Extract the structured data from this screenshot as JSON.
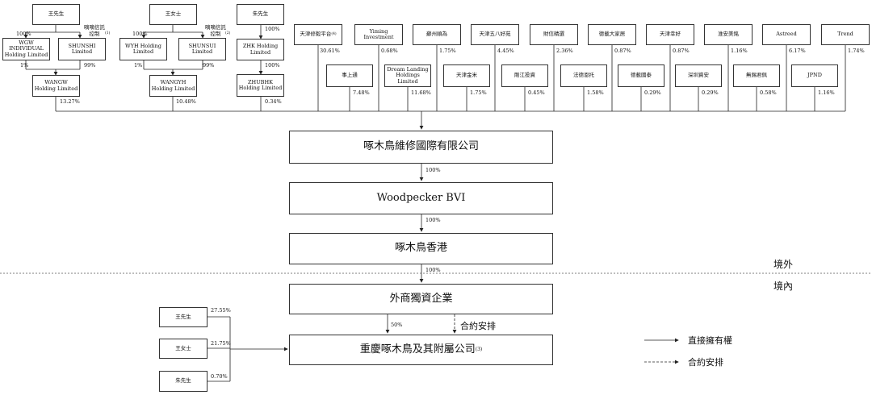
{
  "top_owners": {
    "wang_mr": "王先生",
    "wang_ms": "王女士",
    "zhu_mr": "朱先生"
  },
  "wang_branch": {
    "wgw": "WGW INDIVIDUAL Holding Limited",
    "shunshi": "SHUNSHI Limited",
    "wangw": "WANGW Holding Limited",
    "trust_note": "嘀嘀信託\n控制",
    "trust_sup": "(1)",
    "pct_to_wgw": "100%",
    "pct_wgw_wangw": "1%",
    "pct_shunshi_wangw": "99%",
    "pct_wangw": "13.27%"
  },
  "wangms_branch": {
    "wyh": "WYH Holding Limited",
    "shunsui": "SHUNSUI Limited",
    "wangyh": "WANGYH Holding Limited",
    "trust_note": "嘀嘀信託\n控制",
    "trust_sup": "(2)",
    "pct_to_wyh": "100%",
    "pct_wyh_wangyh": "1%",
    "pct_shunsui_wangyh": "99%",
    "pct_wangyh": "10.48%"
  },
  "zhu_branch": {
    "zhk": "ZHK Holding Limited",
    "zhubhk": "ZHUBHK Holding Limited",
    "pct_to_zhk": "100%",
    "pct_zhk_zhubhk": "100%",
    "pct_zhubhk": "0.34%"
  },
  "row1_investors": [
    {
      "name": "天津修毅平台",
      "sup": "(4)",
      "pct": "30.61%"
    },
    {
      "name": "Yiming Investment",
      "sup": "",
      "pct": "0.68%"
    },
    {
      "name": "蘇州順為",
      "sup": "",
      "pct": "1.75%"
    },
    {
      "name": "天津五八好苑",
      "sup": "",
      "pct": "4.45%"
    },
    {
      "name": "財信精選",
      "sup": "",
      "pct": "2.36%"
    },
    {
      "name": "德載大家居",
      "sup": "",
      "pct": "0.87%"
    },
    {
      "name": "天津幸好",
      "sup": "",
      "pct": "0.87%"
    },
    {
      "name": "淮安美銘",
      "sup": "",
      "pct": "1.16%"
    },
    {
      "name": "Astreed",
      "sup": "",
      "pct": "6.17%"
    },
    {
      "name": "Trend",
      "sup": "",
      "pct": "1.74%"
    }
  ],
  "row2_investors": [
    {
      "name": "事上通",
      "pct": "7.48%"
    },
    {
      "name": "Dream Landing Holdings Limited",
      "pct": "11.68%"
    },
    {
      "name": "天津金米",
      "pct": "1.75%"
    },
    {
      "name": "剛江投資",
      "pct": "0.45%"
    },
    {
      "name": "法德恩托",
      "pct": "1.58%"
    },
    {
      "name": "德載國泰",
      "pct": "0.29%"
    },
    {
      "name": "深圳資安",
      "pct": "0.29%"
    },
    {
      "name": "無錫君佩",
      "pct": "0.58%"
    },
    {
      "name": "JPND",
      "pct": "1.16%"
    }
  ],
  "chain": {
    "company": "啄木鳥維修國際有限公司",
    "pct_company_bvi": "100%",
    "bvi": "Woodpecker BVI",
    "pct_bvi_hk": "100%",
    "hk": "啄木鳥香港",
    "pct_hk_wfoe": "100%",
    "wfoe": "外商獨資企業",
    "pct_wfoe_cq": "50%",
    "contract_label": "合約安排",
    "chongqing": "重慶啄木鳥及其附屬公司",
    "chongqing_sup": "(3)"
  },
  "regions": {
    "offshore": "境外",
    "onshore": "境內"
  },
  "bottom_holders": [
    {
      "name": "王先生",
      "pct": "27.55%"
    },
    {
      "name": "王女士",
      "pct": "21.75%"
    },
    {
      "name": "朱先生",
      "pct": "0.70%"
    }
  ],
  "legend": {
    "direct": "直接擁有權",
    "contract": "合約安排"
  }
}
